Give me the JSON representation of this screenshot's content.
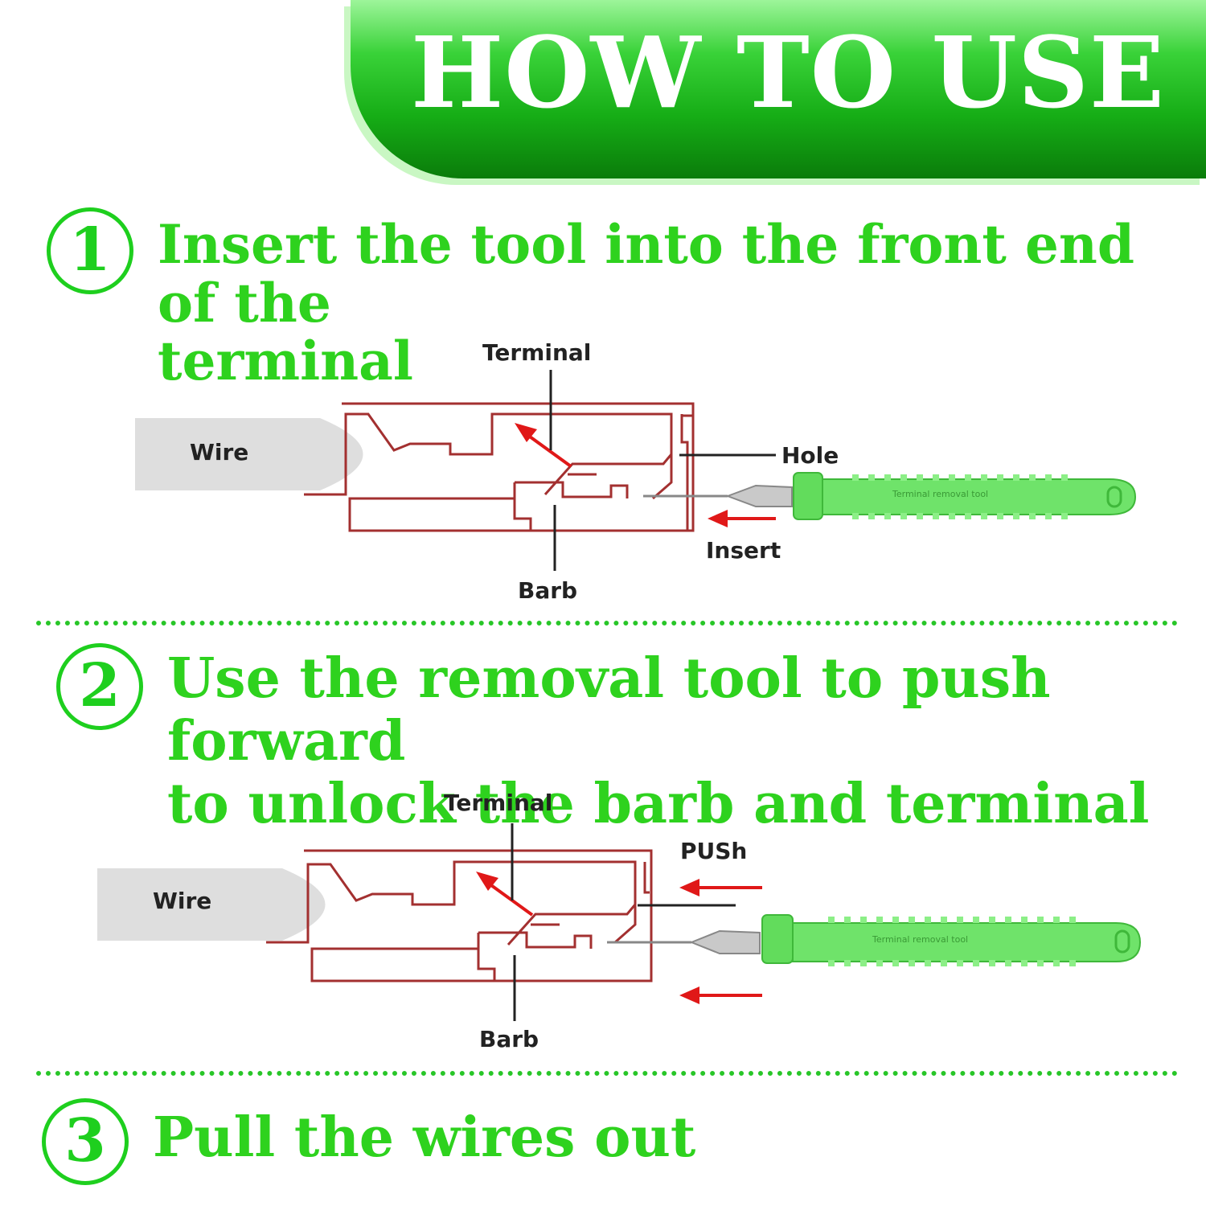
{
  "header": {
    "title": "HOW TO USE"
  },
  "steps": [
    {
      "number": "1",
      "text_line1": "Insert the tool into the front end of the",
      "text_line2": "terminal"
    },
    {
      "number": "2",
      "text_line1": "Use the removal tool to push forward",
      "text_line2": "to unlock the barb and terminal"
    },
    {
      "number": "3",
      "text_line1": "Pull the wires out"
    }
  ],
  "diagram1": {
    "terminal": "Terminal",
    "wire": "Wire",
    "hole": "Hole",
    "insert": "Insert",
    "barb": "Barb",
    "tool_engraving": "Terminal removal tool"
  },
  "diagram2": {
    "terminal": "Terminal",
    "wire": "Wire",
    "push": "PUSh",
    "barb": "Barb",
    "tool_engraving": "Terminal removal tool"
  },
  "colors": {
    "accent_green": "#2ed21e",
    "tool_green": "#6fe36a",
    "terminal_red": "#a33030",
    "arrow_red": "#e01818"
  }
}
